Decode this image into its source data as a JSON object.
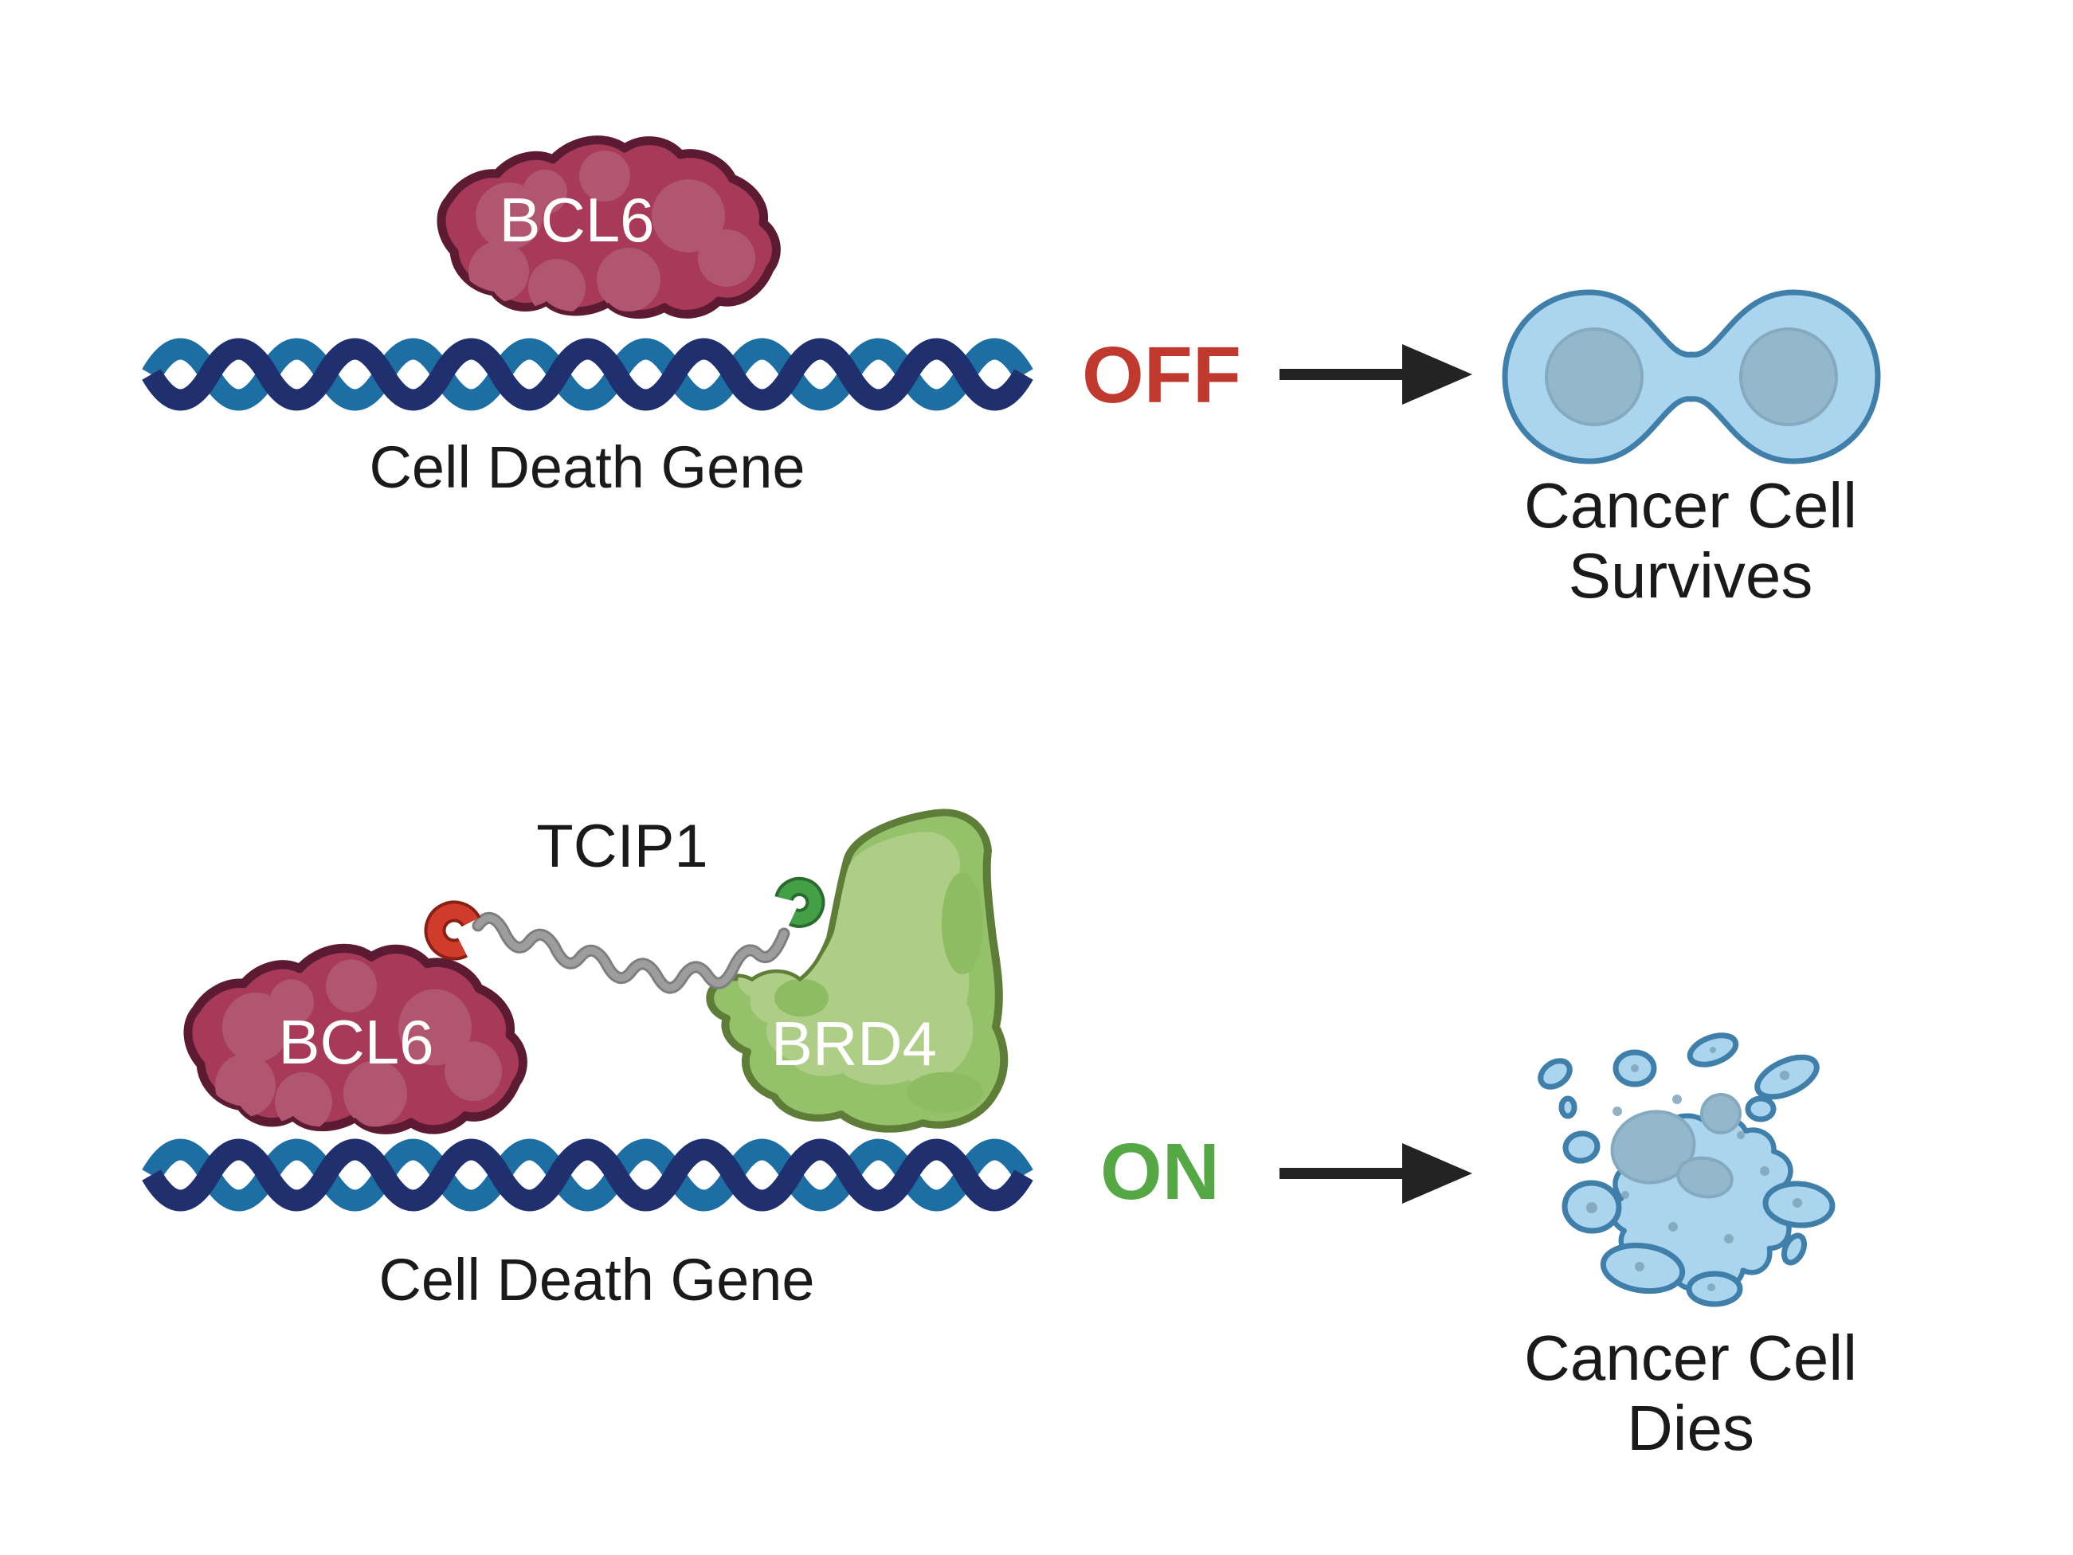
{
  "colors": {
    "bcl6-fill": "#a63a58",
    "bcl6-light": "#b15670",
    "bcl6-stroke": "#5c1b33",
    "brd4-fill": "#96c16b",
    "brd4-light": "#aecd87",
    "brd4-patch": "#8ebc62",
    "brd4-stroke": "#5d7d38",
    "dna-dark": "#20306e",
    "dna-light": "#1d6fa3",
    "state-off": "#c0392e",
    "state-on": "#55a845",
    "arrow": "#232323",
    "cell-fill": "#abd4ee",
    "cell-stroke": "#3f7fa9",
    "nucleus-fill": "#93b7cb",
    "nucleus-stroke": "#85aabf",
    "speckle": "#7fa3b8",
    "linker-gray": "#9d9d9d",
    "linker-dark": "#7e7e7e",
    "hook-red": "#d03b2a",
    "hook-red-dark": "#8a2015",
    "hook-green": "#43a047",
    "hook-green-dark": "#2b6b2e",
    "text": "#1a1a1a"
  },
  "top_panel": {
    "protein_label": "BCL6",
    "gene_label": "Cell Death Gene",
    "state_label": "OFF",
    "outcome_line1": "Cancer Cell",
    "outcome_line2": "Survives"
  },
  "bottom_panel": {
    "molecule_label": "TCIP1",
    "protein_left_label": "BCL6",
    "protein_right_label": "BRD4",
    "gene_label": "Cell Death Gene",
    "state_label": "ON",
    "outcome_line1": "Cancer Cell",
    "outcome_line2": "Dies"
  }
}
